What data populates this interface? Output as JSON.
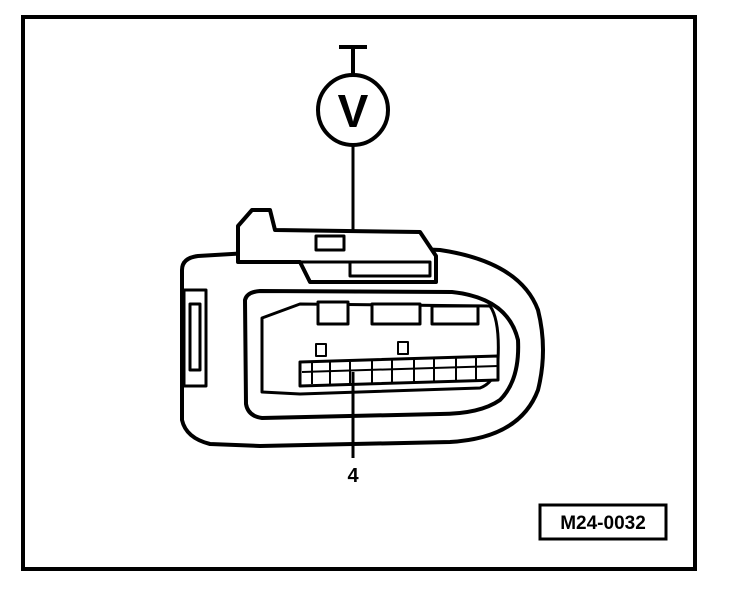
{
  "diagram": {
    "meter_symbol": "V",
    "callout_number": "4",
    "figure_code": "M24-0032"
  },
  "colors": {
    "ink": "#000000",
    "paper": "#ffffff"
  },
  "icons": {
    "meter": "voltmeter-icon",
    "ground": "ground-icon",
    "connector": "connector-plug-icon"
  }
}
